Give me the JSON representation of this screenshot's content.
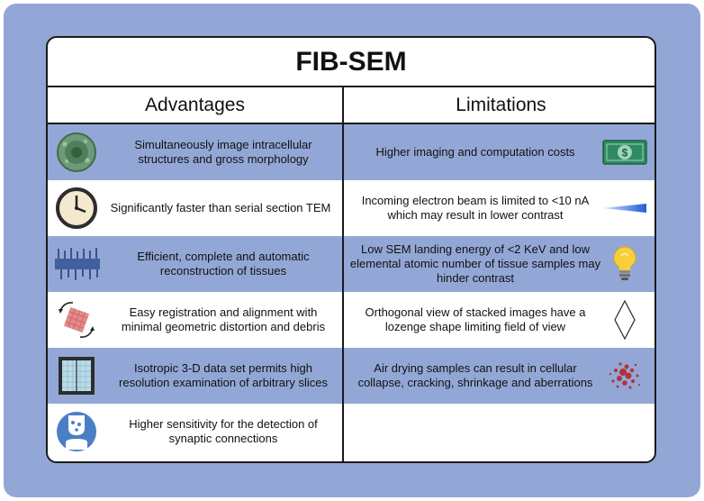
{
  "title": "FIB-SEM",
  "advantages": {
    "header": "Advantages",
    "items": [
      {
        "text": "Simultaneously image intracellular structures and gross morphology",
        "icon": "cell-icon"
      },
      {
        "text": "Significantly faster than serial section TEM",
        "icon": "clock-icon"
      },
      {
        "text": "Efficient, complete and automatic reconstruction of tissues",
        "icon": "membrane-icon"
      },
      {
        "text": "Easy registration and alignment with minimal geometric distortion and debris",
        "icon": "rotate-alignment-icon"
      },
      {
        "text": "Isotropic 3-D data set permits high resolution examination of arbitrary slices",
        "icon": "slide-grid-icon"
      },
      {
        "text": "Higher sensitivity for the detection of synaptic connections",
        "icon": "synapse-icon"
      }
    ]
  },
  "limitations": {
    "header": "Limitations",
    "items": [
      {
        "text": "Higher imaging and computation costs",
        "icon": "dollar-bill-icon"
      },
      {
        "text": "Incoming electron beam is limited to <10 nA which may result in lower contrast",
        "icon": "beam-icon"
      },
      {
        "text": "Low SEM landing energy of <2 KeV and low elemental atomic number of tissue samples may hinder contrast",
        "icon": "light-bulb-icon"
      },
      {
        "text": "Orthogonal view of stacked images have a lozenge shape limiting field of view",
        "icon": "lozenge-icon"
      },
      {
        "text": "Air drying samples can result in cellular collapse, cracking, shrinkage and aberrations",
        "icon": "debris-icon"
      }
    ]
  },
  "colors": {
    "background": "#93a7d6",
    "row_dark": "#93a7d6",
    "border": "#1a1a1a"
  }
}
